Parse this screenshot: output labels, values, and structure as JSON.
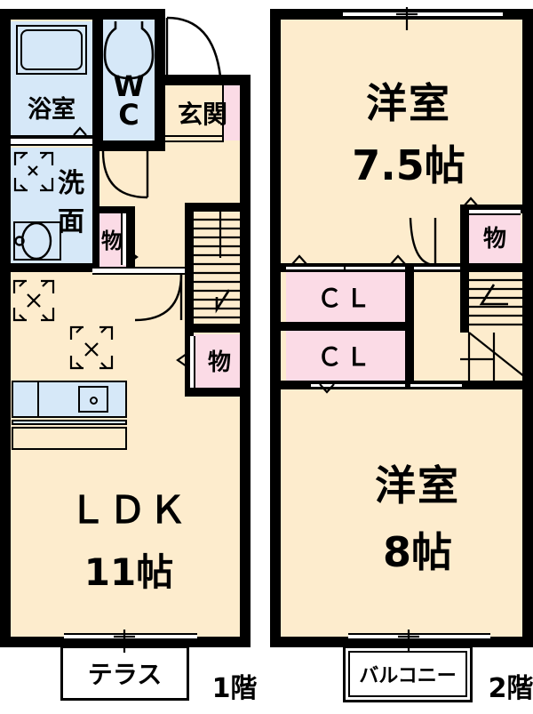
{
  "meta": {
    "doc_type": "japanese-floor-plan",
    "units": "jo (tatami mats)"
  },
  "floor1": {
    "caption": "1階",
    "rooms": [
      {
        "key": "bath",
        "label": "浴室",
        "kind": "water"
      },
      {
        "key": "wc",
        "label": "WC",
        "kind": "water"
      },
      {
        "key": "genkan",
        "label": "玄関",
        "kind": "floor"
      },
      {
        "key": "washroom",
        "label": "洗面",
        "kind": "water"
      },
      {
        "key": "storage1",
        "label": "物",
        "kind": "closet"
      },
      {
        "key": "storage2",
        "label": "物",
        "kind": "closet"
      },
      {
        "key": "ldk",
        "label": "LDK",
        "size": "11帖",
        "kind": "floor"
      }
    ],
    "terrace": {
      "label": "テラス"
    },
    "stairs": {
      "label": ""
    }
  },
  "floor2": {
    "caption": "2階",
    "rooms": [
      {
        "key": "western1",
        "label": "洋室",
        "size": "7.5帖",
        "kind": "floor"
      },
      {
        "key": "western2",
        "label": "洋室",
        "size": "8帖",
        "kind": "floor"
      },
      {
        "key": "closet1",
        "label": "ＣＬ",
        "kind": "closet"
      },
      {
        "key": "closet2",
        "label": "ＣＬ",
        "kind": "closet"
      },
      {
        "key": "storage3",
        "label": "物",
        "kind": "closet"
      }
    ],
    "balcony": {
      "label": "バルコニー"
    }
  },
  "labels": {
    "bath": "浴室",
    "wc": "WC",
    "wc_w": "W",
    "wc_c": "C",
    "genkan": "玄関",
    "washroom_top": "洗",
    "washroom_bottom": "面",
    "storage_kanji": "物",
    "ldk": "ＬＤＫ",
    "ldk_size": "11帖",
    "terrace": "テラス",
    "floor1_caption": "1階",
    "western": "洋室",
    "western1_size": "7.5帖",
    "western2_size": "8帖",
    "cl": "ＣＬ",
    "balcony": "バルコニー",
    "floor2_caption": "2階"
  },
  "colors": {
    "wall": "#000000",
    "floor_fill": "#fdeccd",
    "water_fill": "#d6e8f8",
    "closet_fill": "#fbdbe6",
    "background": "#ffffff"
  }
}
